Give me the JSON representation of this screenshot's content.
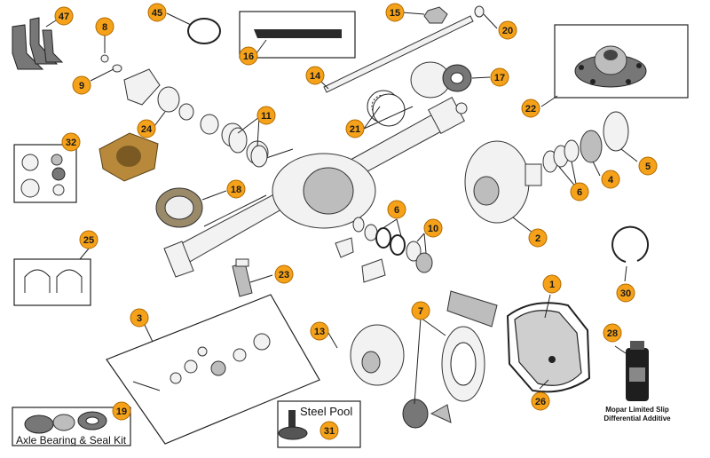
{
  "diagram": {
    "badge_color": "#f5a21a",
    "badges": {
      "b1": "1",
      "b2": "2",
      "b3": "3",
      "b4": "4",
      "b5": "5",
      "b6a": "6",
      "b6b": "6",
      "b7": "7",
      "b8": "8",
      "b9": "9",
      "b10": "10",
      "b11": "11",
      "b13": "13",
      "b14": "14",
      "b15": "15",
      "b16": "16",
      "b17": "17",
      "b18": "18",
      "b19": "19",
      "b20": "20",
      "b21": "21",
      "b22": "22",
      "b23": "23",
      "b24": "24",
      "b25": "25",
      "b26": "26",
      "b28": "28",
      "b30": "30",
      "b31": "31",
      "b32": "32",
      "b45": "45",
      "b47": "47"
    },
    "captions": {
      "steel_pool": "Steel Pool",
      "axle_bearing_kit": "Axle Bearing & Seal Kit",
      "mopar_line1": "Mopar Limited Slip",
      "mopar_line2": "Differential Additive"
    }
  }
}
